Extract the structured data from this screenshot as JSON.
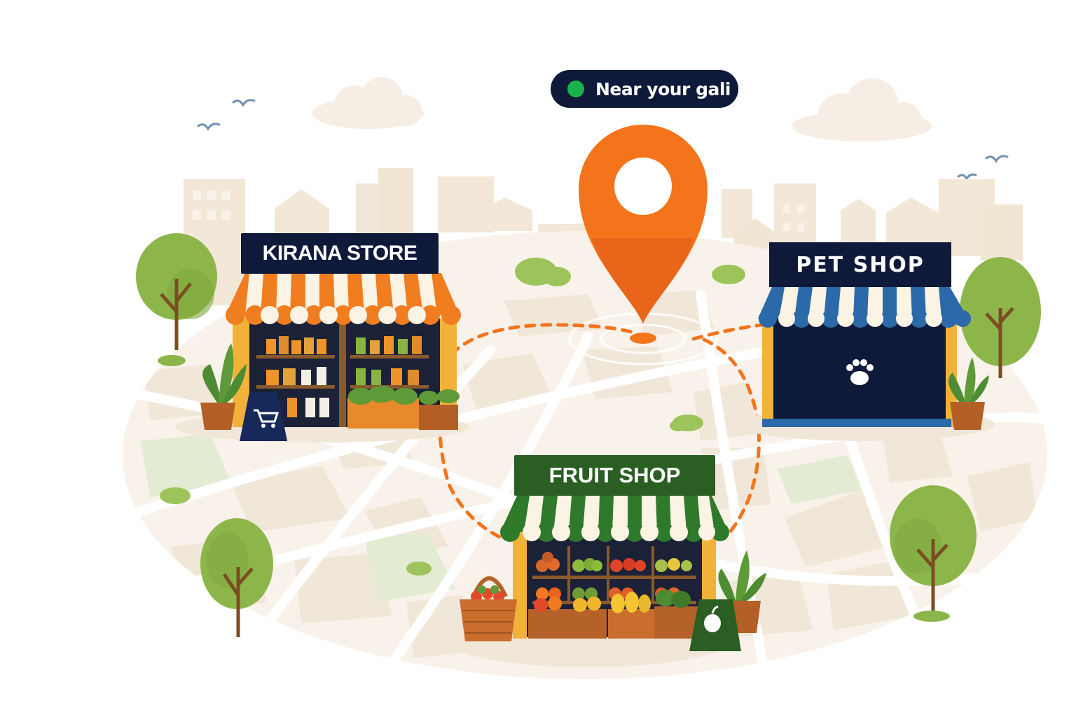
{
  "badge": {
    "label": "Near your gali",
    "status_color": "#17b34a"
  },
  "stores": {
    "kirana": {
      "name": "KIRANA STORE",
      "awning_color": "#f07d1f",
      "icon": "shopping-cart-icon"
    },
    "pet": {
      "name": "PET SHOP",
      "awning_color": "#2c69a8",
      "icon": "paw-icon"
    },
    "fruit": {
      "name": "FRUIT SHOP",
      "awning_color": "#2f7a2a",
      "icon": "apple-icon"
    }
  },
  "pin": {
    "icon": "location-pin-icon",
    "color": "#f4741b"
  },
  "colors": {
    "navy": "#0f1a3a",
    "orange": "#f4741b",
    "green": "#2a5e23",
    "blue": "#2c69a8"
  }
}
